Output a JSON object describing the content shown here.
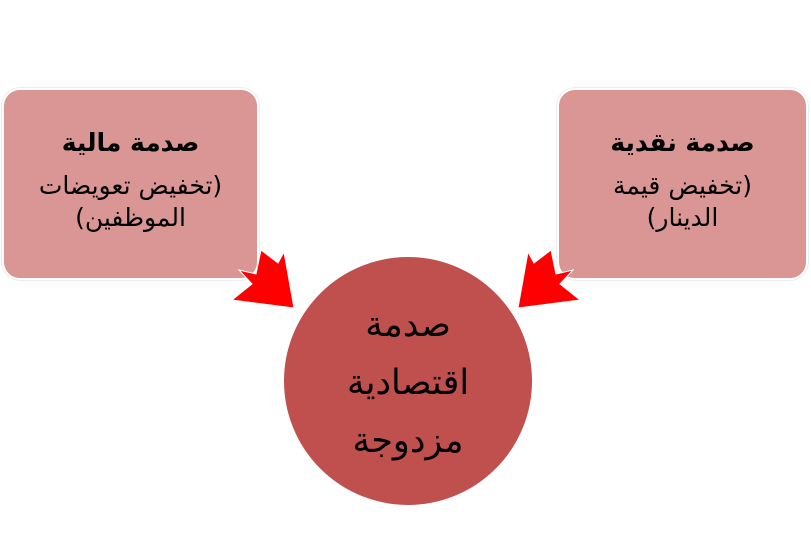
{
  "diagram": {
    "type": "converging-cause-effect",
    "colors": {
      "box_fill": "#d99694",
      "circle_fill": "#c0504d",
      "arrow_fill": "#ff0000",
      "background": "#ffffff",
      "text": "#000000"
    },
    "left_box": {
      "title": "صدمة مالية",
      "subtitle": "(تخفيض تعويضات الموظفين)"
    },
    "right_box": {
      "title": "صدمة نقدية",
      "subtitle": "(تخفيض قيمة الدينار)"
    },
    "center_circle": {
      "label": "صدمة اقتصادية مزدوجة"
    },
    "arrows": [
      {
        "from": "left_box",
        "to": "center_circle",
        "direction": "down-right"
      },
      {
        "from": "right_box",
        "to": "center_circle",
        "direction": "down-left"
      }
    ]
  }
}
